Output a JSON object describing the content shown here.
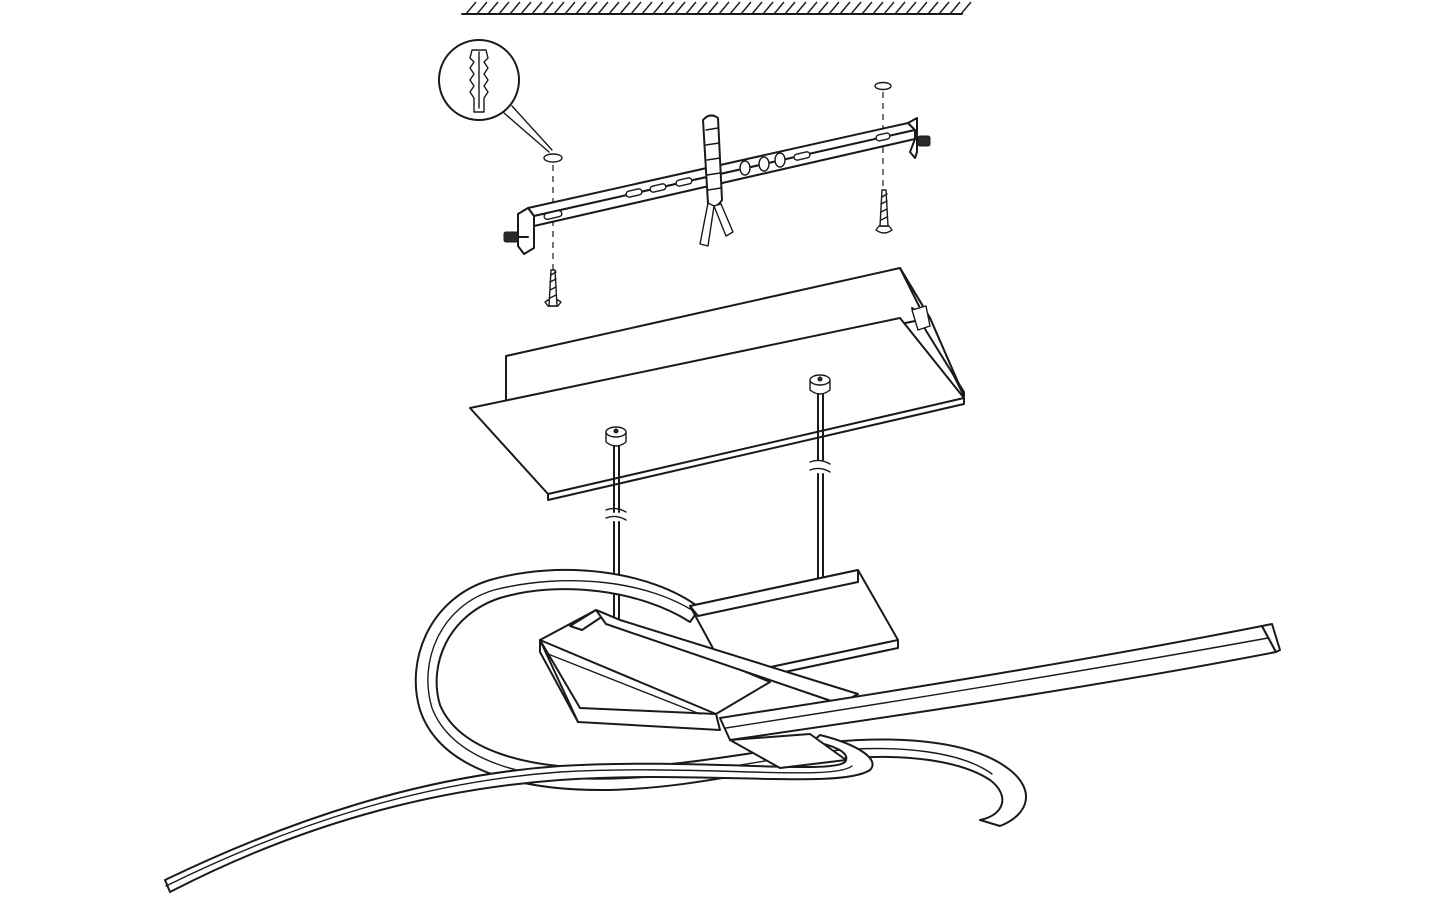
{
  "diagram": {
    "type": "exploded-assembly-line-drawing",
    "colors": {
      "line": "#1a1a1a",
      "background": "#ffffff"
    },
    "parts": [
      "ceiling-surface",
      "wall-plug-detail",
      "mounting-bracket",
      "mains-cable",
      "screws",
      "canopy",
      "suspension-wires",
      "lamp-body",
      "led-ribbon-arm"
    ]
  }
}
